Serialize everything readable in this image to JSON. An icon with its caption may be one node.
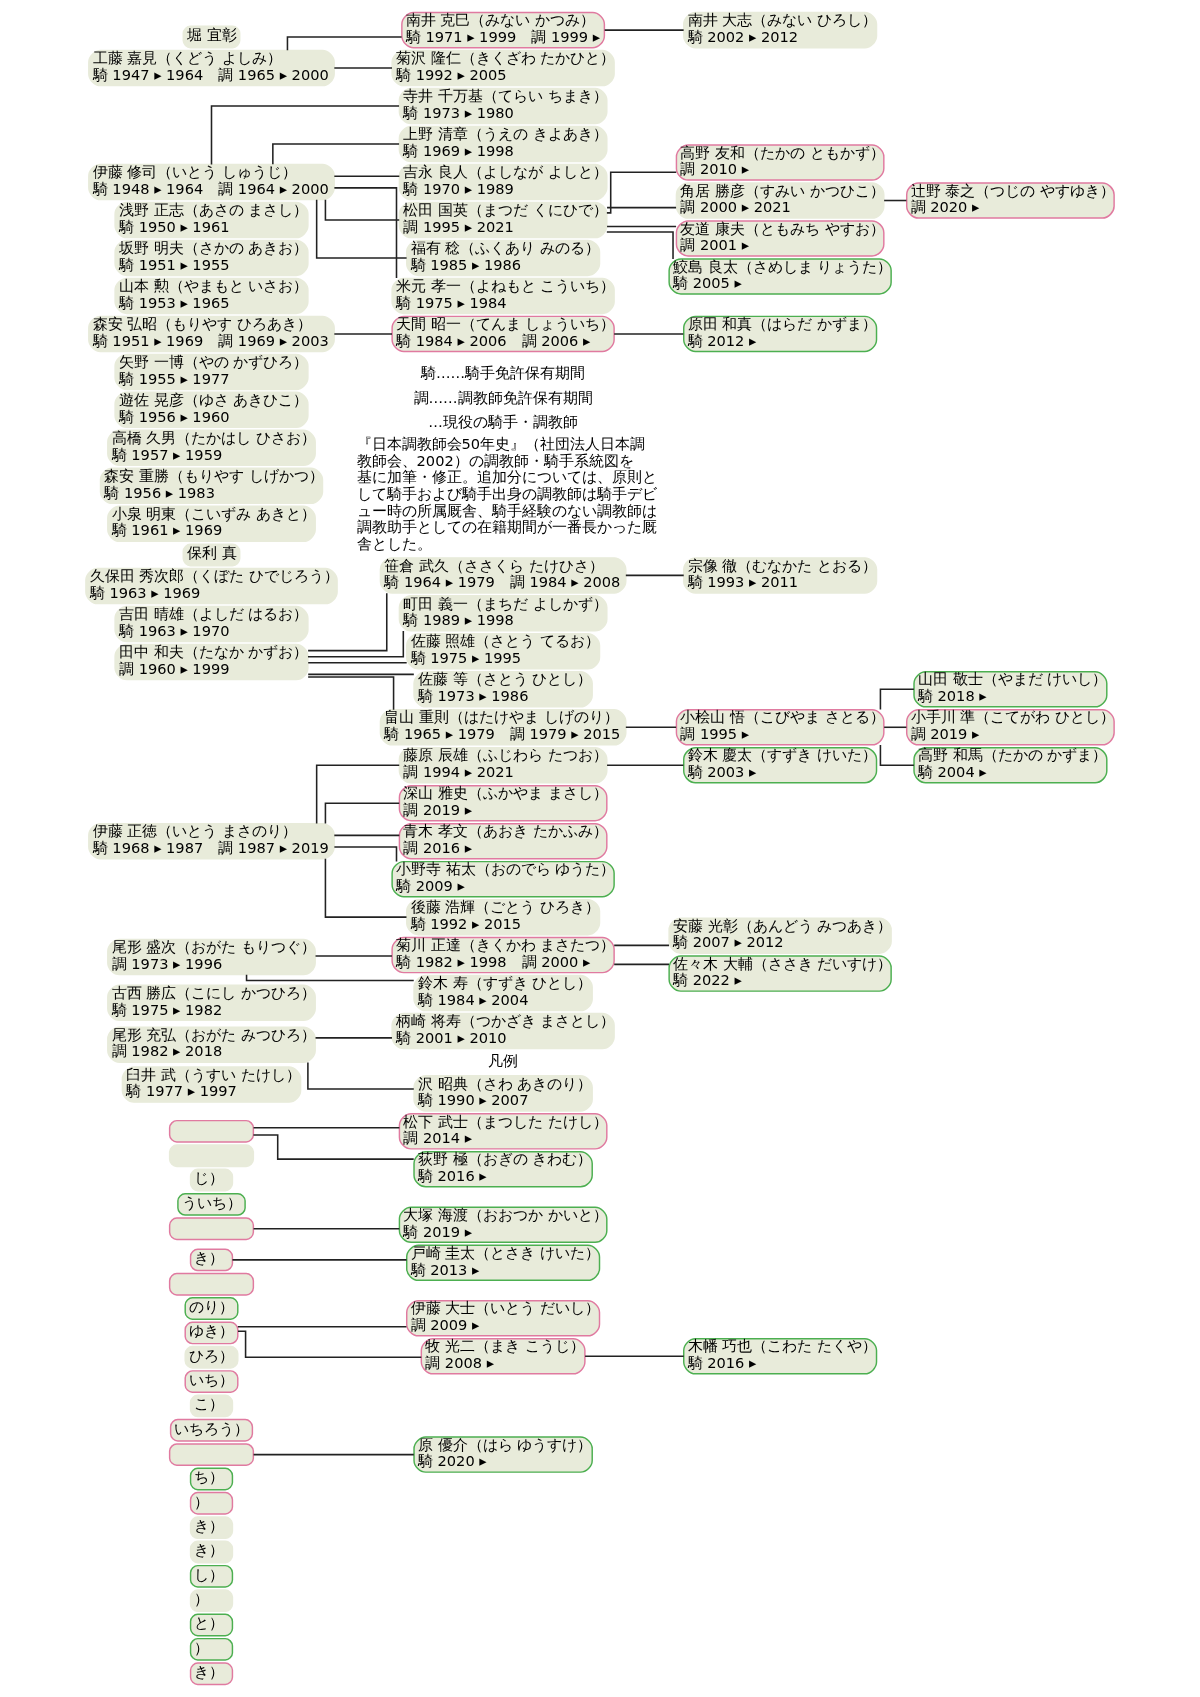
{
  "diagram": {
    "nodes": [
      {
        "text": [],
        "shape": "box"
      },
      {
        "text": [
          "松下 武士（まつした たけし）",
          "調 2014 ▸"
        ]
      },
      {
        "text": [
          "荻野 極（おぎの きわむ）",
          "騎 2016 ▸"
        ]
      },
      {
        "text": [],
        "shape": "box"
      },
      {
        "text": [
          "じ）"
        ]
      },
      {
        "text": [
          "ういち）"
        ]
      },
      {
        "text": [],
        "shape": "box"
      },
      {
        "text": [
          "大塚 海渡（おおつか かいと）",
          "騎 2019 ▸"
        ]
      },
      {
        "text": [
          "き）"
        ]
      },
      {
        "text": [
          "戸崎 圭太（とさき けいた）",
          "騎 2013 ▸"
        ]
      },
      {
        "text": [],
        "shape": "box"
      },
      {
        "text": [
          "のり）"
        ]
      },
      {
        "text": [
          "ゆき）"
        ]
      },
      {
        "text": [
          "伊藤 大士（いとう だいし）",
          "調 2009 ▸"
        ]
      },
      {
        "text": [
          "牧 光二（まき こうじ）",
          "調 2008 ▸"
        ]
      },
      {
        "text": [
          "木幡 巧也（こわた たくや）",
          "騎 2016 ▸"
        ]
      },
      {
        "text": [
          "ひろ）"
        ]
      },
      {
        "text": [
          "いち）"
        ]
      },
      {
        "text": [
          "こ）"
        ]
      },
      {
        "text": [
          "いちろう）"
        ]
      },
      {
        "text": [],
        "shape": "box"
      },
      {
        "text": [
          "原 優介（はら ゆうすけ）",
          "騎 2020 ▸"
        ]
      },
      {
        "text": [
          "ち）"
        ]
      },
      {
        "text": [
          "）"
        ]
      },
      {
        "text": [
          "き）"
        ]
      },
      {
        "text": [
          "き）"
        ]
      },
      {
        "text": [
          "し）"
        ]
      },
      {
        "text": [
          "）"
        ]
      },
      {
        "text": [
          "と）"
        ]
      },
      {
        "text": [
          "）"
        ]
      },
      {
        "text": [
          "き）"
        ]
      },
      {
        "text": [
          "堀 宜彰"
        ]
      },
      {
        "text": [
          "工藤 嘉見（くどう よしみ）",
          "騎 1947 ▸ 1964　調 1965 ▸ 2000"
        ]
      },
      {
        "text": [
          "南井 克巳（みない かつみ）",
          "騎 1971 ▸ 1999　調 1999 ▸"
        ]
      },
      {
        "text": [
          "南井 大志（みない ひろし）",
          "騎 2002 ▸ 2012"
        ]
      },
      {
        "text": [
          "菊沢 隆仁（きくざわ たかひと）",
          "騎 1992 ▸ 2005"
        ]
      },
      {
        "text": [
          "伊藤 修司（いとう しゅうじ）",
          "騎 1948 ▸ 1964　調 1964 ▸ 2000"
        ]
      },
      {
        "text": [
          "吉永 良人（よしなが よしと）",
          "騎 1970 ▸ 1989"
        ]
      },
      {
        "text": [
          "上野 清章（うえの きよあき）",
          "騎 1969 ▸ 1998"
        ]
      },
      {
        "text": [
          "寺井 千万基（てらい ちまき）",
          "騎 1973 ▸ 1980"
        ]
      },
      {
        "text": [
          "米元 孝一（よねもと こういち）",
          "騎 1975 ▸ 1984"
        ]
      },
      {
        "text": [
          "福有 稔（ふくあり みのる）",
          "騎 1985 ▸ 1986"
        ]
      },
      {
        "text": [
          "松田 国英（まつだ くにひで）",
          "調 1995 ▸ 2021"
        ]
      },
      {
        "text": [
          "友道 康夫（ともみち やすお）",
          "調 2001 ▸"
        ]
      },
      {
        "text": [
          "角居 勝彦（すみい かつひこ）",
          "調 2000 ▸ 2021"
        ]
      },
      {
        "text": [
          "辻野 泰之（つじの やすゆき）",
          "調 2020 ▸"
        ]
      },
      {
        "text": [
          "高野 友和（たかの ともかず）",
          "調 2010 ▸"
        ]
      },
      {
        "text": [
          "鮫島 良太（さめしま りょうた）",
          "騎 2005 ▸"
        ]
      },
      {
        "text": [
          "浅野 正志（あさの まさし）",
          "騎 1950 ▸ 1961"
        ]
      },
      {
        "text": [
          "坂野 明夫（さかの あきお）",
          "騎 1951 ▸ 1955"
        ]
      },
      {
        "text": [
          "山本 勲（やまもと いさお）",
          "騎 1953 ▸ 1965"
        ]
      },
      {
        "text": [
          "森安 弘昭（もりやす ひろあき）",
          "騎 1951 ▸ 1969　調 1969 ▸ 2003"
        ]
      },
      {
        "text": [
          "天間 昭一（てんま しょういち）",
          "騎 1984 ▸ 2006　調 2006 ▸"
        ]
      },
      {
        "text": [
          "原田 和真（はらだ かずま）",
          "騎 2012 ▸"
        ]
      },
      {
        "text": [
          "矢野 一博（やの かずひろ）",
          "騎 1955 ▸ 1977"
        ]
      },
      {
        "text": [
          "遊佐 晃彦（ゆさ あきひこ）",
          "騎 1956 ▸ 1960"
        ]
      },
      {
        "text": [
          "高橋 久男（たかはし ひさお）",
          "騎 1957 ▸ 1959"
        ]
      },
      {
        "text": [
          "森安 重勝（もりやす しげかつ）",
          "騎 1956 ▸ 1983"
        ]
      },
      {
        "text": [
          "小泉 明東（こいずみ あきと）",
          "騎 1961 ▸ 1969"
        ]
      },
      {
        "text": [
          "保利 真"
        ]
      },
      {
        "text": [
          "久保田 秀次郎（くぼた ひでじろう）",
          "騎 1963 ▸ 1969"
        ]
      },
      {
        "text": [
          "吉田 晴雄（よしだ はるお）",
          "騎 1963 ▸ 1970"
        ]
      },
      {
        "text": [
          "田中 和夫（たなか かずお）",
          "調 1960 ▸ 1999"
        ]
      },
      {
        "text": [
          "笹倉 武久（ささくら たけひさ）",
          "騎 1964 ▸ 1979　調 1984 ▸ 2008"
        ]
      },
      {
        "text": [
          "宗像 徹（むなかた とおる）",
          "騎 1993 ▸ 2011"
        ]
      },
      {
        "text": [
          "畠山 重則（はたけやま しげのり）",
          "騎 1965 ▸ 1979　調 1979 ▸ 2015"
        ]
      },
      {
        "text": [
          "小桧山 悟（こびやま さとる）",
          "調 1995 ▸"
        ]
      },
      {
        "text": [
          "高野 和馬（たかの かずま）",
          "騎 2004 ▸"
        ]
      },
      {
        "text": [
          "小手川 準（こてがわ ひとし）",
          "調 2019 ▸"
        ]
      },
      {
        "text": [
          "山田 敬士（やまだ けいし）",
          "騎 2018 ▸"
        ]
      },
      {
        "text": [
          "佐藤 等（さとう ひとし）",
          "騎 1973 ▸ 1986"
        ]
      },
      {
        "text": [
          "佐藤 照雄（さとう てるお）",
          "騎 1975 ▸ 1995"
        ]
      },
      {
        "text": [
          "町田 義一（まちだ よしかず）",
          "騎 1989 ▸ 1998"
        ]
      },
      {
        "text": [
          "伊藤 正徳（いとう まさのり）",
          "騎 1968 ▸ 1987　調 1987 ▸ 2019"
        ]
      },
      {
        "text": [
          "藤原 辰雄（ふじわら たつお）",
          "調 1994 ▸ 2021"
        ]
      },
      {
        "text": [
          "鈴木 慶太（すずき けいた）",
          "騎 2003 ▸"
        ]
      },
      {
        "text": [
          "後藤 浩輝（ごとう ひろき）",
          "騎 1992 ▸ 2015"
        ]
      },
      {
        "text": [
          "小野寺 祐太（おのでら ゆうた）",
          "騎 2009 ▸"
        ]
      },
      {
        "text": [
          "青木 孝文（あおき たかふみ）",
          "調 2016 ▸"
        ]
      },
      {
        "text": [
          "深山 雅史（ふかやま まさし）",
          "調 2019 ▸"
        ]
      },
      {
        "text": [
          "尾形 盛次（おがた もりつぐ）",
          "調 1973 ▸ 1996"
        ]
      },
      {
        "text": [
          "鈴木 寿（すずき ひとし）",
          "騎 1984 ▸ 2004"
        ]
      },
      {
        "text": [
          "菊川 正達（きくかわ まさたつ）",
          "騎 1982 ▸ 1998　調 2000 ▸"
        ]
      },
      {
        "text": [
          "安藤 光彰（あんどう みつあき）",
          "騎 2007 ▸ 2012"
        ]
      },
      {
        "text": [
          "佐々木 大輔（ささき だいすけ）",
          "騎 2022 ▸"
        ]
      },
      {
        "text": [
          "古西 勝広（こにし かつひろ）",
          "騎 1975 ▸ 1982"
        ]
      },
      {
        "text": [
          "尾形 充弘（おがた みつひろ）",
          "調 1982 ▸ 2018"
        ]
      },
      {
        "text": [
          "沢 昭典（さわ あきのり）",
          "騎 1990 ▸ 2007"
        ]
      },
      {
        "text": [
          "柄崎 将寿（つかざき まさとし）",
          "騎 2001 ▸ 2010"
        ]
      },
      {
        "text": [
          "臼井 武（うすい たけし）",
          "騎 1977 ▸ 1997"
        ]
      }
    ],
    "edges": [
      {
        "from": 0,
        "to": 1,
        "arrow": "none"
      },
      {
        "from": 0,
        "to": 2,
        "arrow": "none"
      },
      {
        "from": 6,
        "to": 7,
        "arrow": "none"
      },
      {
        "from": 8,
        "to": 9,
        "arrow": "none"
      },
      {
        "from": 12,
        "to": 13,
        "arrow": "none"
      },
      {
        "from": 12,
        "to": 14,
        "arrow": "none"
      },
      {
        "from": 14,
        "to": 15,
        "arrow": "none"
      },
      {
        "from": 20,
        "to": 21,
        "arrow": "none"
      },
      {
        "from": 32,
        "to": 33,
        "arrow": "none"
      },
      {
        "from": 32,
        "to": 35,
        "arrow": "none"
      },
      {
        "from": 33,
        "to": 34,
        "arrow": "none"
      },
      {
        "from": 36,
        "to": 37,
        "arrow": "none"
      },
      {
        "from": 36,
        "to": 38,
        "arrow": "none"
      },
      {
        "from": 36,
        "to": 39,
        "arrow": "none"
      },
      {
        "from": 36,
        "to": 40,
        "arrow": "none"
      },
      {
        "from": 36,
        "to": 41,
        "arrow": "none"
      },
      {
        "from": 36,
        "to": 42,
        "arrow": "none"
      },
      {
        "from": 42,
        "to": 43,
        "arrow": "none"
      },
      {
        "from": 42,
        "to": 44,
        "arrow": "none"
      },
      {
        "from": 42,
        "to": 46,
        "arrow": "none"
      },
      {
        "from": 42,
        "to": 47,
        "arrow": "none"
      },
      {
        "from": 44,
        "to": 45,
        "arrow": "none"
      },
      {
        "from": 51,
        "to": 52,
        "arrow": "none"
      },
      {
        "from": 52,
        "to": 53,
        "arrow": "none"
      },
      {
        "from": 62,
        "to": 63,
        "arrow": "none"
      },
      {
        "from": 62,
        "to": 65,
        "arrow": "none"
      },
      {
        "from": 62,
        "to": 70,
        "arrow": "none"
      },
      {
        "from": 62,
        "to": 71,
        "arrow": "none"
      },
      {
        "from": 62,
        "to": 72,
        "arrow": "none"
      },
      {
        "from": 63,
        "to": 64,
        "arrow": "none"
      },
      {
        "from": 65,
        "to": 66,
        "arrow": "none"
      },
      {
        "from": 66,
        "to": 67,
        "arrow": "none"
      },
      {
        "from": 66,
        "to": 68,
        "arrow": "none"
      },
      {
        "from": 66,
        "to": 69,
        "arrow": "none"
      },
      {
        "from": 73,
        "to": 74,
        "arrow": "none"
      },
      {
        "from": 73,
        "to": 76,
        "arrow": "none"
      },
      {
        "from": 73,
        "to": 77,
        "arrow": "none"
      },
      {
        "from": 73,
        "to": 78,
        "arrow": "none"
      },
      {
        "from": 73,
        "to": 79,
        "arrow": "none"
      },
      {
        "from": 74,
        "to": 75,
        "arrow": "none"
      },
      {
        "from": 80,
        "to": 81,
        "arrow": "none"
      },
      {
        "from": 80,
        "to": 82,
        "arrow": "none"
      },
      {
        "from": 82,
        "to": 83,
        "arrow": "none"
      },
      {
        "from": 82,
        "to": 84,
        "arrow": "none"
      },
      {
        "from": 86,
        "to": 87,
        "arrow": "none"
      },
      {
        "from": 86,
        "to": 88,
        "arrow": "none"
      }
    ],
    "labels": [
      "凡例",
      "『日本調教師会50年史』（社団法人日本調教師会、2002）の調教師・騎手系統図を基に加筆・修正。追加分については、原則として騎手および騎手出身の調教師は騎手デビュー時の所属厩舎、騎手経験のない調教師は調教助手としての在籍期間が一番長かった厩舎とした。"
    ],
    "legend": [
      {
        "text": "騎……騎手免許保有期間"
      },
      {
        "text": "調……調教師免許保有期間"
      },
      {
        "text": "…現役の騎手・調教師"
      }
    ]
  }
}
